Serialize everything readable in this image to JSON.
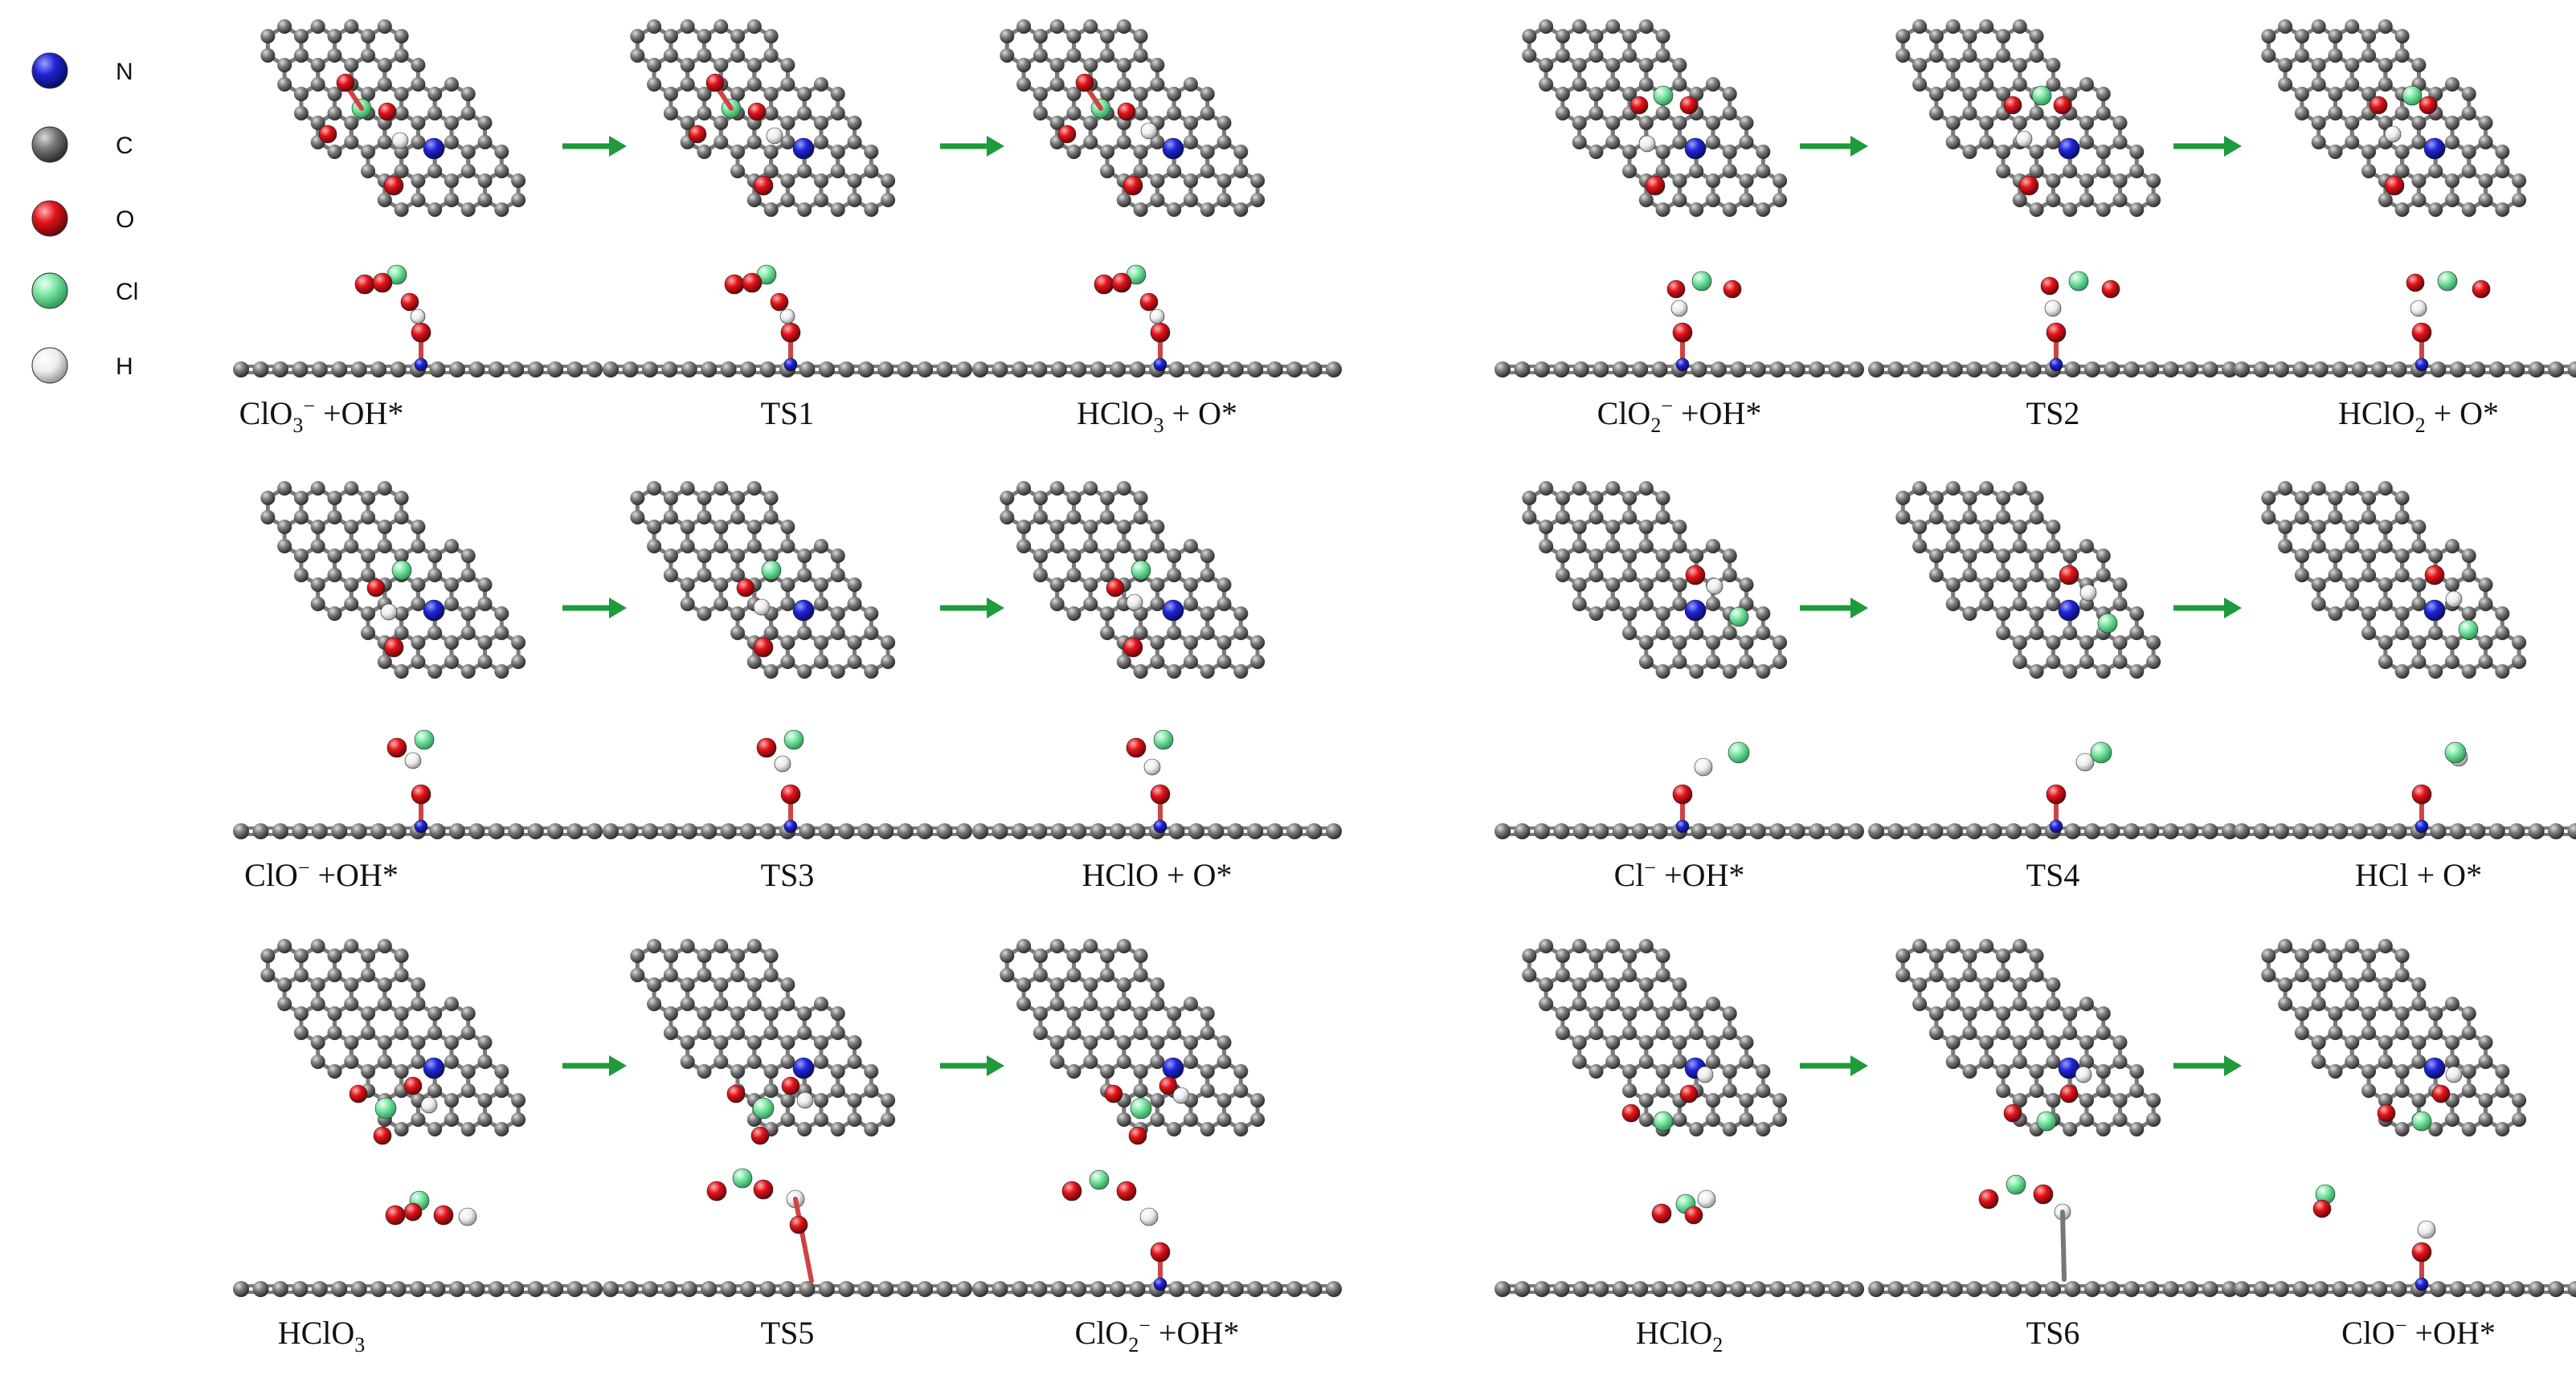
{
  "legend": [
    {
      "symbol": "N",
      "color": "#1f25d6"
    },
    {
      "symbol": "C",
      "color": "#8a8a8a"
    },
    {
      "symbol": "O",
      "color": "#e3141b"
    },
    {
      "symbol": "Cl",
      "color": "#7fe8a6"
    },
    {
      "symbol": "H",
      "color": "#f2f2f2"
    }
  ],
  "arrow_color": "#1f9a3c",
  "panels": [
    {
      "id": "r1-left",
      "stages": [
        {
          "caption": [
            {
              "t": "ClO"
            },
            {
              "t": "3",
              "sub": true
            },
            {
              "t": "−",
              "sup": true
            },
            {
              "t": " +OH*"
            }
          ]
        },
        {
          "caption": [
            {
              "t": "TS1"
            }
          ]
        },
        {
          "caption": [
            {
              "t": "HClO"
            },
            {
              "t": "3",
              "sub": true
            },
            {
              "t": " + O*"
            }
          ]
        }
      ]
    },
    {
      "id": "r1-right",
      "stages": [
        {
          "caption": [
            {
              "t": "ClO"
            },
            {
              "t": "2",
              "sub": true
            },
            {
              "t": "−",
              "sup": true
            },
            {
              "t": " +OH*"
            }
          ]
        },
        {
          "caption": [
            {
              "t": "TS2"
            }
          ]
        },
        {
          "caption": [
            {
              "t": "HClO"
            },
            {
              "t": "2",
              "sub": true
            },
            {
              "t": " + O*"
            }
          ]
        }
      ]
    },
    {
      "id": "r2-left",
      "stages": [
        {
          "caption": [
            {
              "t": "ClO"
            },
            {
              "t": "−",
              "sup": true
            },
            {
              "t": " +OH*"
            }
          ]
        },
        {
          "caption": [
            {
              "t": "TS3"
            }
          ]
        },
        {
          "caption": [
            {
              "t": "HClO + O*"
            }
          ]
        }
      ]
    },
    {
      "id": "r2-right",
      "stages": [
        {
          "caption": [
            {
              "t": "Cl"
            },
            {
              "t": "−",
              "sup": true
            },
            {
              "t": " +OH*"
            }
          ]
        },
        {
          "caption": [
            {
              "t": "TS4"
            }
          ]
        },
        {
          "caption": [
            {
              "t": "HCl + O*"
            }
          ]
        }
      ]
    },
    {
      "id": "r3-left",
      "stages": [
        {
          "caption": [
            {
              "t": "HClO"
            },
            {
              "t": "3",
              "sub": true
            }
          ]
        },
        {
          "caption": [
            {
              "t": "TS5"
            }
          ]
        },
        {
          "caption": [
            {
              "t": "ClO"
            },
            {
              "t": "2",
              "sub": true
            },
            {
              "t": "−",
              "sup": true
            },
            {
              "t": " +OH*"
            }
          ]
        }
      ]
    },
    {
      "id": "r3-right",
      "stages": [
        {
          "caption": [
            {
              "t": "HClO"
            },
            {
              "t": "2",
              "sub": true
            }
          ]
        },
        {
          "caption": [
            {
              "t": "TS6"
            }
          ]
        },
        {
          "caption": [
            {
              "t": "ClO"
            },
            {
              "t": "−",
              "sup": true
            },
            {
              "t": " +OH*"
            }
          ]
        }
      ]
    }
  ]
}
